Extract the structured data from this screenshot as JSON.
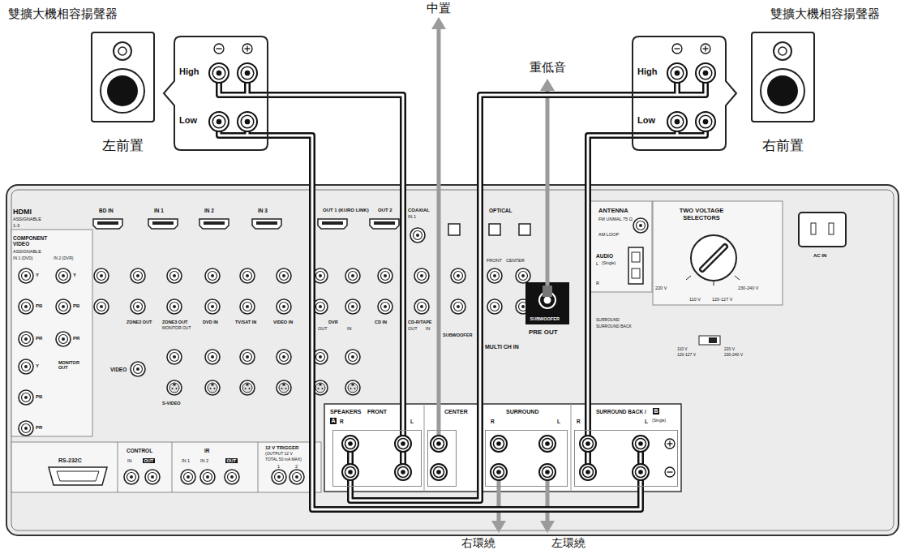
{
  "diagram": {
    "nodes": [
      {
        "text": [
          "High",
          "Low"
        ]
      },
      {
        "text": [
          "High",
          "Low"
        ]
      },
      {
        "text": [
          "SPEAKERS",
          "A",
          "FRONT",
          "R",
          "L"
        ]
      },
      {
        "text": [
          "CENTER"
        ]
      },
      {
        "text": [
          "SURROUND",
          "R",
          "L"
        ]
      },
      {
        "text": [
          "SURROUND BACK /",
          "B",
          "R",
          "L",
          "(Single)"
        ]
      }
    ],
    "edges": [
      {
        "from": 0,
        "to": 2,
        "arrow": "none"
      },
      {
        "from": 0,
        "to": 5,
        "arrow": "none"
      },
      {
        "from": 1,
        "to": 2,
        "arrow": "none"
      },
      {
        "from": 1,
        "to": 5,
        "arrow": "none"
      }
    ],
    "labels": [
      "雙擴大機相容揚聲器",
      "雙擴大機相容揚聲器",
      "左前置",
      "右前置",
      "中置",
      "重低音",
      "右環繞",
      "左環繞",
      "HDMI",
      "ASSIGNABLE",
      "1-3",
      "BD IN",
      "IN 1",
      "IN 2",
      "IN 3",
      "OUT 1 (KURO LINK)",
      "OUT 2",
      "COAXIAL",
      "IN 1",
      "OPTICAL",
      "ANTENNA",
      "FM UNMAL 75 Ω",
      "AM LOOP",
      "TWO VOLTAGE SELECTORS",
      "220 V",
      "110 V",
      "120-127 V",
      "230-240 V",
      "AC IN",
      "110 V",
      "120-127 V",
      "220 V",
      "230-240 V",
      "COMPONENT VIDEO",
      "ASSIGNABLE",
      "IN 1 (DVD)",
      "IN 2 (DVR)",
      "Y",
      "PB",
      "PR",
      "Y",
      "PB",
      "PR",
      "Y",
      "PB",
      "PR",
      "MONITOR OUT",
      "ZONE2 OUT",
      "ZONE3 OUT",
      "MONITOR OUT",
      "DVD IN",
      "TV/SAT IN",
      "VIDEO IN",
      "DVR",
      "OUT",
      "IN",
      "CD IN",
      "CD-R/TAPE",
      "OUT",
      "IN",
      "FRONT",
      "CENTER",
      "SUBWOOFER",
      "MULTI CH IN",
      "SUBWOOFER",
      "PRE OUT",
      "SURROUND",
      "SURROUND BACK",
      "AUDIO",
      "L",
      "(Single)",
      "R",
      "VIDEO",
      "S-VIDEO",
      "RS-232C",
      "CONTROL",
      "IN",
      "OUT",
      "IR",
      "IN 1",
      "IN 2",
      "OUT",
      "12 V TRIGGER",
      "(OUTPUT 12 V",
      "TOTAL 50 mA MAX)",
      "1",
      "2"
    ]
  }
}
